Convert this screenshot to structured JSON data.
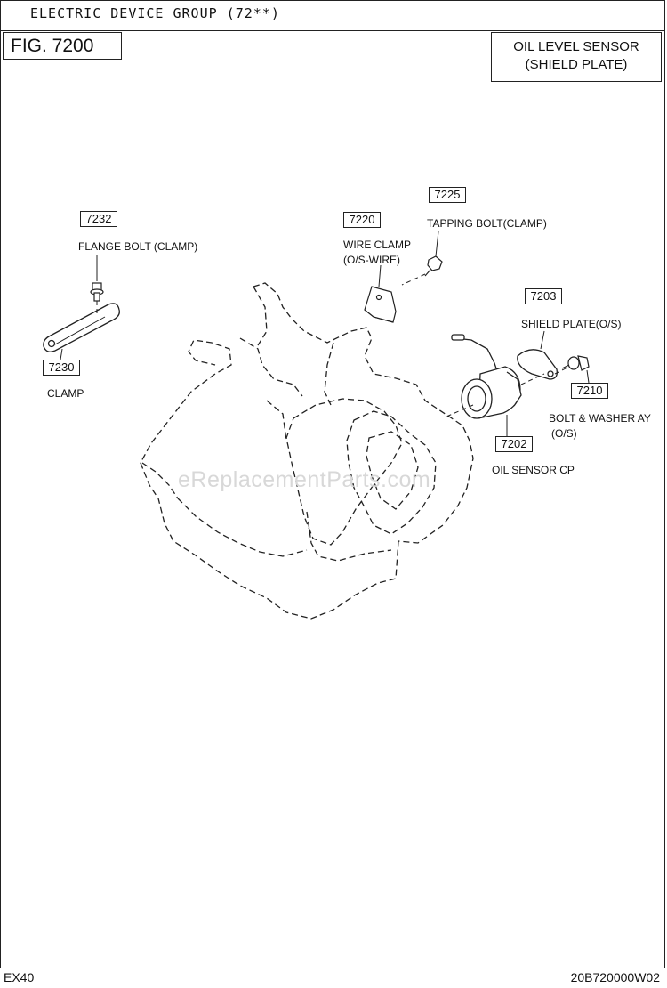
{
  "header": {
    "group_title": "ELECTRIC DEVICE GROUP (72**)",
    "fig": "FIG. 7200",
    "title_line1": "OIL LEVEL SENSOR",
    "title_line2": "(SHIELD PLATE)"
  },
  "parts": [
    {
      "num": "7232",
      "label": "FLANGE BOLT (CLAMP)"
    },
    {
      "num": "7230",
      "label": "CLAMP"
    },
    {
      "num": "7220",
      "label": "WIRE CLAMP",
      "label2": "(O/S-WIRE)"
    },
    {
      "num": "7225",
      "label": "TAPPING BOLT(CLAMP)"
    },
    {
      "num": "7203",
      "label": "SHIELD PLATE(O/S)"
    },
    {
      "num": "7210",
      "label": "BOLT & WASHER AY",
      "label2": "(O/S)"
    },
    {
      "num": "7202",
      "label": "OIL SENSOR CP"
    }
  ],
  "watermark": "eReplacementParts.com",
  "footer": {
    "model": "EX40",
    "code": "20B720000W02"
  }
}
